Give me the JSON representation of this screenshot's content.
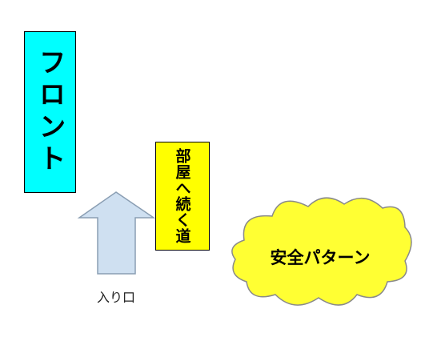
{
  "front_sign": {
    "label": "フロント",
    "fill": "#00ffff"
  },
  "room_road_sign": {
    "label": "部屋へ続く道",
    "fill": "#ffff00"
  },
  "entrance": {
    "label": "入り口",
    "arrow_fill": "#cfe0f1",
    "arrow_stroke": "#8a9eb3"
  },
  "safe_pattern_cloud": {
    "label": "安全パターン",
    "fill": "#ffff33",
    "stroke": "#8a8a8a"
  }
}
